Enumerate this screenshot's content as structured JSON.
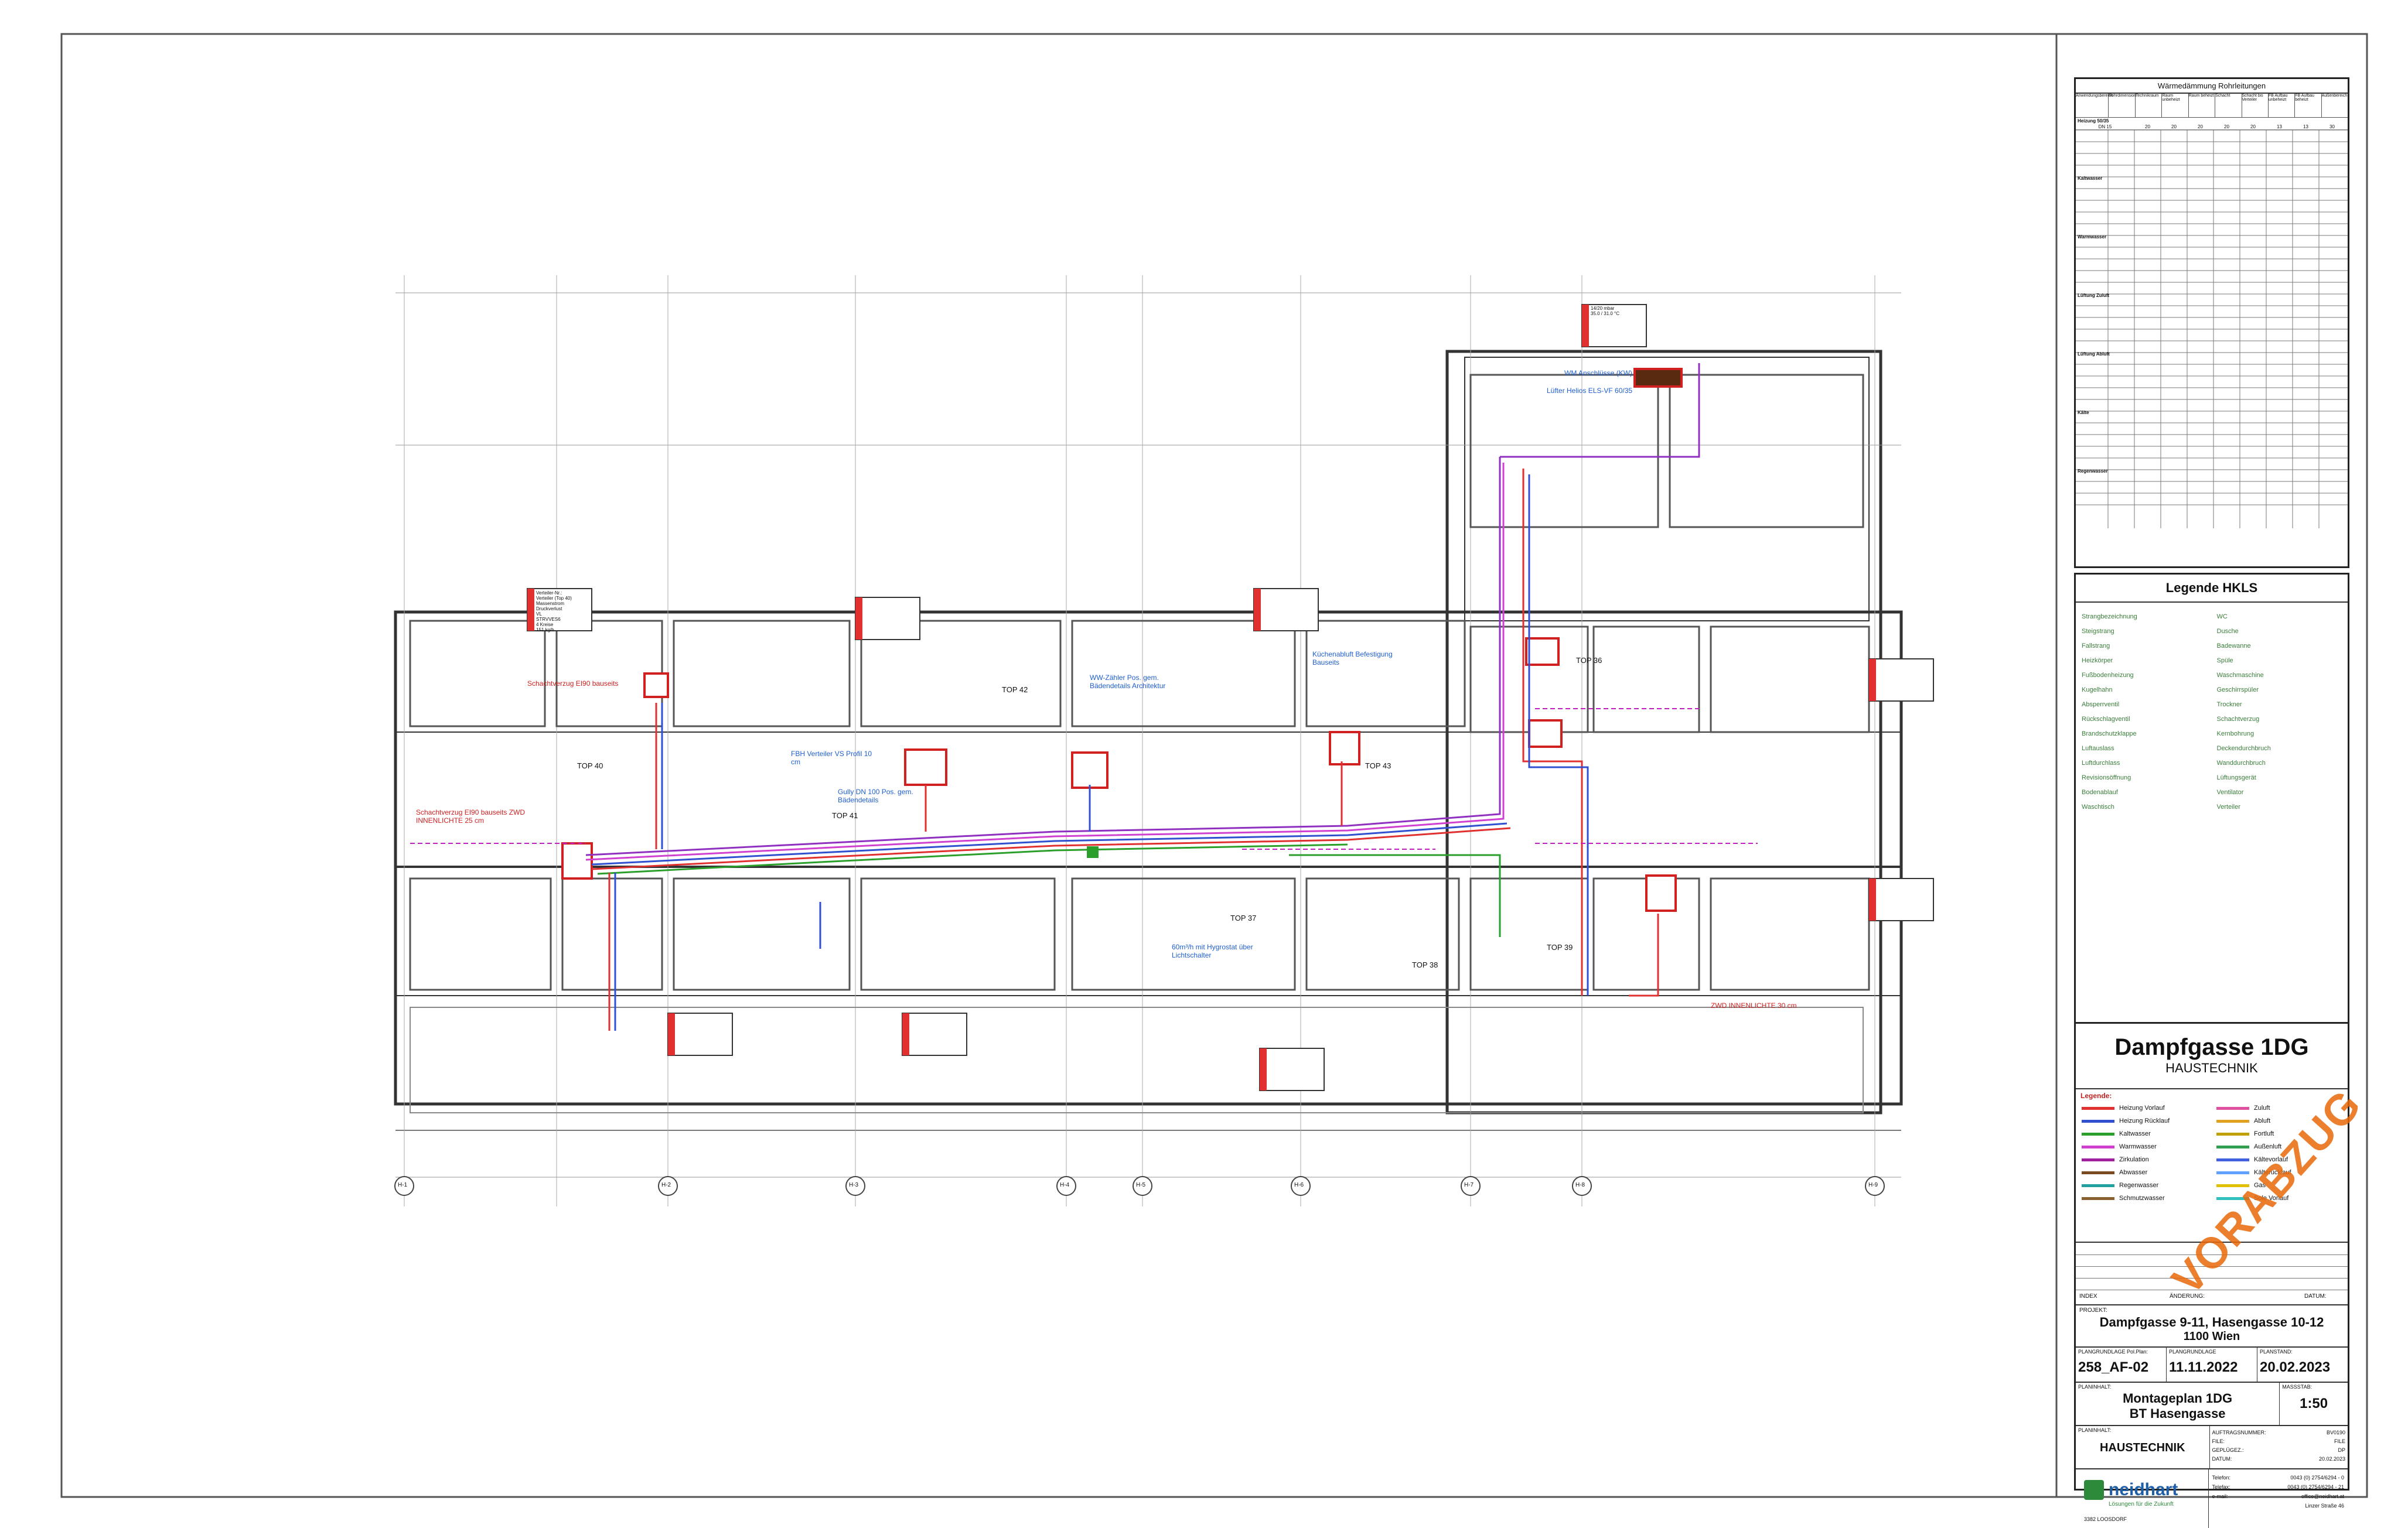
{
  "sheet": {
    "project_line1": "Dampfgasse 9-11, Hasengasse 10-12",
    "project_line2": "1100 Wien",
    "project_label": "PROJEKT:",
    "plan_basis_label": "PLANGRUNDLAGE Pol.Plan:",
    "plan_basis_value": "258_AF-02",
    "plan_basis_date_label": "PLANGRUNDLAGE",
    "plan_basis_date": "11.11.2022",
    "plan_date_label": "PLANSTAND:",
    "plan_date": "20.02.2023",
    "plan_title_line1": "Montageplan 1DG",
    "plan_title_line2": "BT Hasengasse",
    "plan_content_label": "PLANINHALT:",
    "scale_label": "MASSSTAB:",
    "scale": "1:50",
    "discipline_label": "PLANINHALT:",
    "discipline": "HAUSTECHNIK",
    "title": "Dampfgasse 1DG",
    "subtitle": "HAUSTECHNIK",
    "stamp": "VORABZUG",
    "change_label": "ÄNDERUNG:",
    "index_label": "INDEX",
    "date_label": "DATUM:",
    "company": "neidhart",
    "company_tag": "Lösungen für die Zukunft",
    "company_city": "3382 LOOSDORF",
    "company_street": "Linzer Straße 46",
    "contact": [
      {
        "k": "Telefon:",
        "v": "0043 (0) 2754/6294 - 0"
      },
      {
        "k": "Telefax:",
        "v": "0043 (0) 2754/6294 - 21"
      },
      {
        "k": "e-mail:",
        "v": "office@neidhart.at"
      }
    ],
    "order_fields": [
      {
        "k": "AUFTRAGSNUMMER:",
        "v": "BV0190"
      },
      {
        "k": "FILE:",
        "v": "FILE"
      },
      {
        "k": "GEPLÜGEZ.:",
        "v": "DP"
      },
      {
        "k": "DATUM:",
        "v": "20.02.2023"
      }
    ]
  },
  "insulation_table": {
    "title": "Wärmedämmung Rohrleitungen",
    "headers": [
      "Anwendungsbereich",
      "Rohrdimension",
      "Technikraum",
      "Raum unbeheizt",
      "Raum beheizt",
      "Schacht",
      "Schacht bis Verteiler",
      "FB Aufbau unbeheizt",
      "FB Aufbau beheizt",
      "Außenbereich"
    ],
    "sections": [
      "Heizung 50/35",
      "Kaltwasser",
      "Warmwasser",
      "Lüftung Zuluft",
      "Lüftung Abluft",
      "Kälte",
      "Regenwasser"
    ],
    "sample_row": [
      "",
      "DN 15",
      "20",
      "20",
      "20",
      "20",
      "20",
      "13",
      "13",
      "30"
    ]
  },
  "legend_hkls": {
    "title": "Legende HKLS",
    "items": [
      "Strangbezeichnung",
      "Steigstrang",
      "Fallstrang",
      "Heizkörper",
      "Fußbodenheizung",
      "Kugelhahn",
      "Absperrventil",
      "Rückschlagventil",
      "Brandschutzklappe",
      "Luftauslass",
      "Luftdurchlass",
      "Revisionsöffnung",
      "Bodenablauf",
      "Waschtisch",
      "WC",
      "Dusche",
      "Badewanne",
      "Spüle",
      "Waschmaschine",
      "Geschirrspüler",
      "Trockner",
      "Schachtverzug",
      "Kernbohrung",
      "Deckendurchbruch",
      "Wanddurchbruch",
      "Lüftungsgerät",
      "Ventilator",
      "Verteiler"
    ]
  },
  "legend_lines": {
    "title": "Legende:",
    "items": [
      {
        "label": "Heizung Vorlauf",
        "color": "#e03030"
      },
      {
        "label": "Heizung Rücklauf",
        "color": "#3050d0"
      },
      {
        "label": "Kaltwasser",
        "color": "#2aa02a"
      },
      {
        "label": "Warmwasser",
        "color": "#d040d0"
      },
      {
        "label": "Zirkulation",
        "color": "#a020a0"
      },
      {
        "label": "Abwasser",
        "color": "#7a4a20"
      },
      {
        "label": "Regenwasser",
        "color": "#20a0a0"
      },
      {
        "label": "Schmutzwasser",
        "color": "#8a6030"
      },
      {
        "label": "Zuluft",
        "color": "#e050a0"
      },
      {
        "label": "Abluft",
        "color": "#e0a020"
      },
      {
        "label": "Fortluft",
        "color": "#c0a000"
      },
      {
        "label": "Außenluft",
        "color": "#30a050"
      },
      {
        "label": "Kältevorlauf",
        "color": "#4060e0"
      },
      {
        "label": "Kälterücklauf",
        "color": "#60a0ff"
      },
      {
        "label": "Gas",
        "color": "#e0c000"
      },
      {
        "label": "Sole Vorlauf",
        "color": "#30c0c0"
      }
    ]
  },
  "axes": [
    "H-1",
    "H-2",
    "H-3",
    "H-4",
    "H-5",
    "H-6",
    "H-7",
    "H-8",
    "H-9"
  ],
  "annotations": {
    "tops": [
      "TOP 40",
      "TOP 41",
      "TOP 42",
      "TOP 43",
      "TOP 37",
      "TOP 38",
      "TOP 39",
      "TOP 36"
    ],
    "notes_blue": [
      "Lüfter Helios ELS-VF 60/35",
      "WM Anschlüsse (KW)",
      "FBH Verteiler VS Profil 10 cm",
      "Küchenabluft Befestigung Bauseits",
      "WW-Zähler Pos. gem. Bädendetails Architektur",
      "60m³/h mit Hygrostat über Lichtschalter",
      "Gully DN 100 Pos. gem. Bädendetails"
    ],
    "notes_red": [
      "Schachtverzug EI90 bauseits",
      "ZWD INNENLICHTE 30 cm",
      "Schachtverzug EI90 bauseits ZWD INNENLICHTE 25 cm"
    ],
    "distributor_tag": [
      "Verteiler-Nr.:",
      "Verteiler (Top 40)",
      "Massenstrom",
      "Druckverlust",
      "VL",
      "STRVVES6",
      "4 Kreise",
      "151 kg/h",
      "14/20 mbar",
      "35.0 / 31.0 °C"
    ]
  }
}
